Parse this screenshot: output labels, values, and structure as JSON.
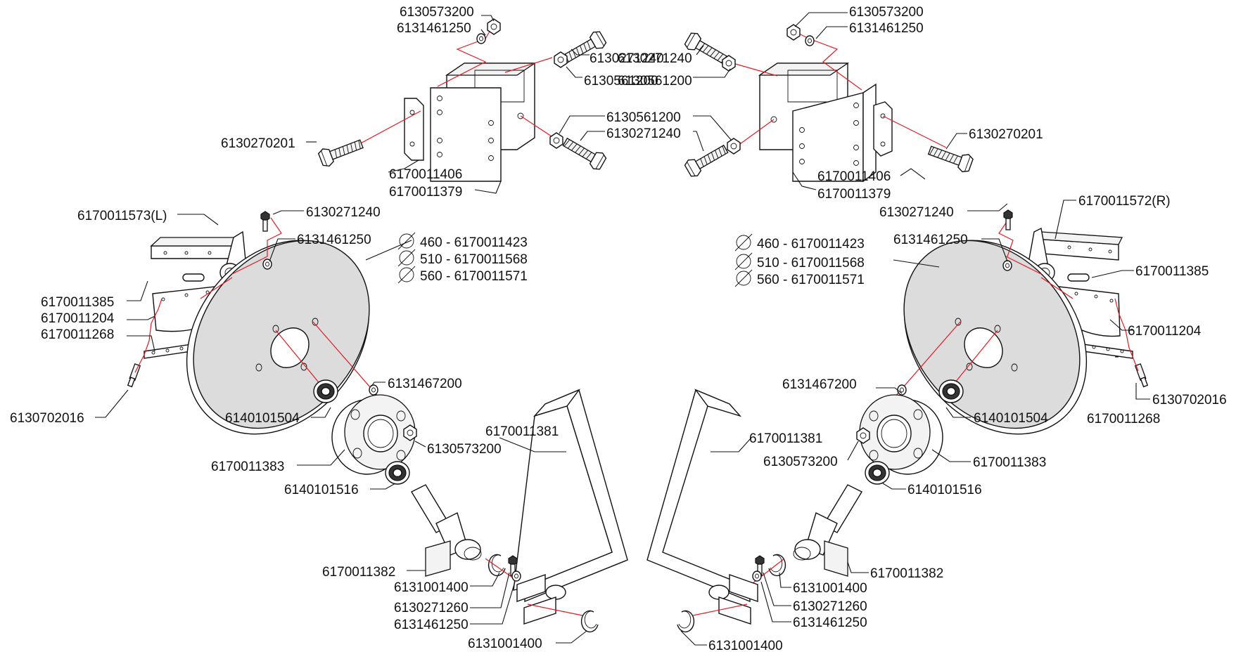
{
  "labels": {
    "l_6130573200_top": "6130573200",
    "l_6131461250_top": "6131461250",
    "l_6130271240_top": "6130271240",
    "l_6130561200_top": "6130561200",
    "l_6130561200_mid": "6130561200",
    "l_6130271240_mid": "6130271240",
    "l_6130270201": "6130270201",
    "l_6170011406": "6170011406",
    "l_6170011379": "6170011379",
    "l_6170011573": "6170011573(L)",
    "l_6130271240_arm": "6130271240",
    "l_6131461250_arm": "6131461250",
    "l_6170011385": "6170011385",
    "l_6170011204": "6170011204",
    "l_6170011268": "6170011268",
    "l_6130702016": "6130702016",
    "l_6131467200": "6131467200",
    "l_6140101504": "6140101504",
    "l_6130573200_hub": "6130573200",
    "l_6170011383": "6170011383",
    "l_6140101516": "6140101516",
    "l_6170011381": "6170011381",
    "l_6170011382": "6170011382",
    "l_6131001400_a": "6131001400",
    "l_6130271260": "6130271260",
    "l_6131461250_b": "6131461250",
    "l_6131001400_b": "6131001400",
    "r_6130573200_top": "6130573200",
    "r_6131461250_top": "6131461250",
    "r_6130271240_top": "6130271240",
    "r_6130561200_top": "6130561200",
    "r_6130561200_mid": "6130561200",
    "r_6130271240_mid": "6130271240",
    "r_6130270201": "6130270201",
    "r_6170011406": "6170011406",
    "r_6170011379": "6170011379",
    "r_6170011572": "6170011572(R)",
    "r_6130271240_arm": "6130271240",
    "r_6131461250_arm": "6131461250",
    "r_6170011385": "6170011385",
    "r_6170011204": "6170011204",
    "r_6170011268": "6170011268",
    "r_6130702016": "6130702016",
    "r_6131467200": "6131467200",
    "r_6140101504": "6140101504",
    "r_6130573200_hub": "6130573200",
    "r_6170011383": "6170011383",
    "r_6140101516": "6140101516",
    "r_6170011381": "6170011381",
    "r_6170011382": "6170011382",
    "r_6131001400_a": "6131001400",
    "r_6130271260": "6130271260",
    "r_6131461250_b": "6131461250",
    "r_6131001400_b": "6131001400"
  },
  "disc_sizes": [
    {
      "diameter": "460 - 6170011423"
    },
    {
      "diameter": "510 - 6170011568"
    },
    {
      "diameter": "560 - 6170011571"
    }
  ],
  "colors": {
    "leader": "#111111",
    "assembly_line": "#e31b23"
  }
}
